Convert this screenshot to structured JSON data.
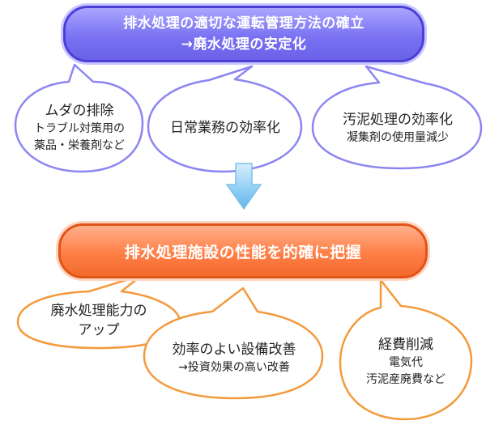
{
  "top_box": {
    "line1": "排水処理の適切な運転管理方法の確立",
    "line2": "→廃水処理の安定化"
  },
  "top_bubbles": [
    {
      "title": "ムダの排除",
      "sub1": "トラブル対策用の",
      "sub2": "薬品・栄養剤など"
    },
    {
      "title": "日常業務の効率化"
    },
    {
      "title": "汚泥処理の効率化",
      "sub1": "凝集剤の使用量減少"
    }
  ],
  "bottom_box": {
    "label": "排水処理施設の性能を的確に把握"
  },
  "bottom_bubbles": [
    {
      "line1": "廃水処理能力の",
      "line2": "アップ"
    },
    {
      "title": "効率のよい設備改善",
      "sub1": "→投資効果の高い改善"
    },
    {
      "title": "経費削減",
      "sub1": "電気代",
      "sub2": "汚泥産廃費など"
    }
  ],
  "colors": {
    "top_accent": "#7a72f2",
    "bottom_accent": "#ff7f47",
    "arrow": "#8fcff0"
  }
}
